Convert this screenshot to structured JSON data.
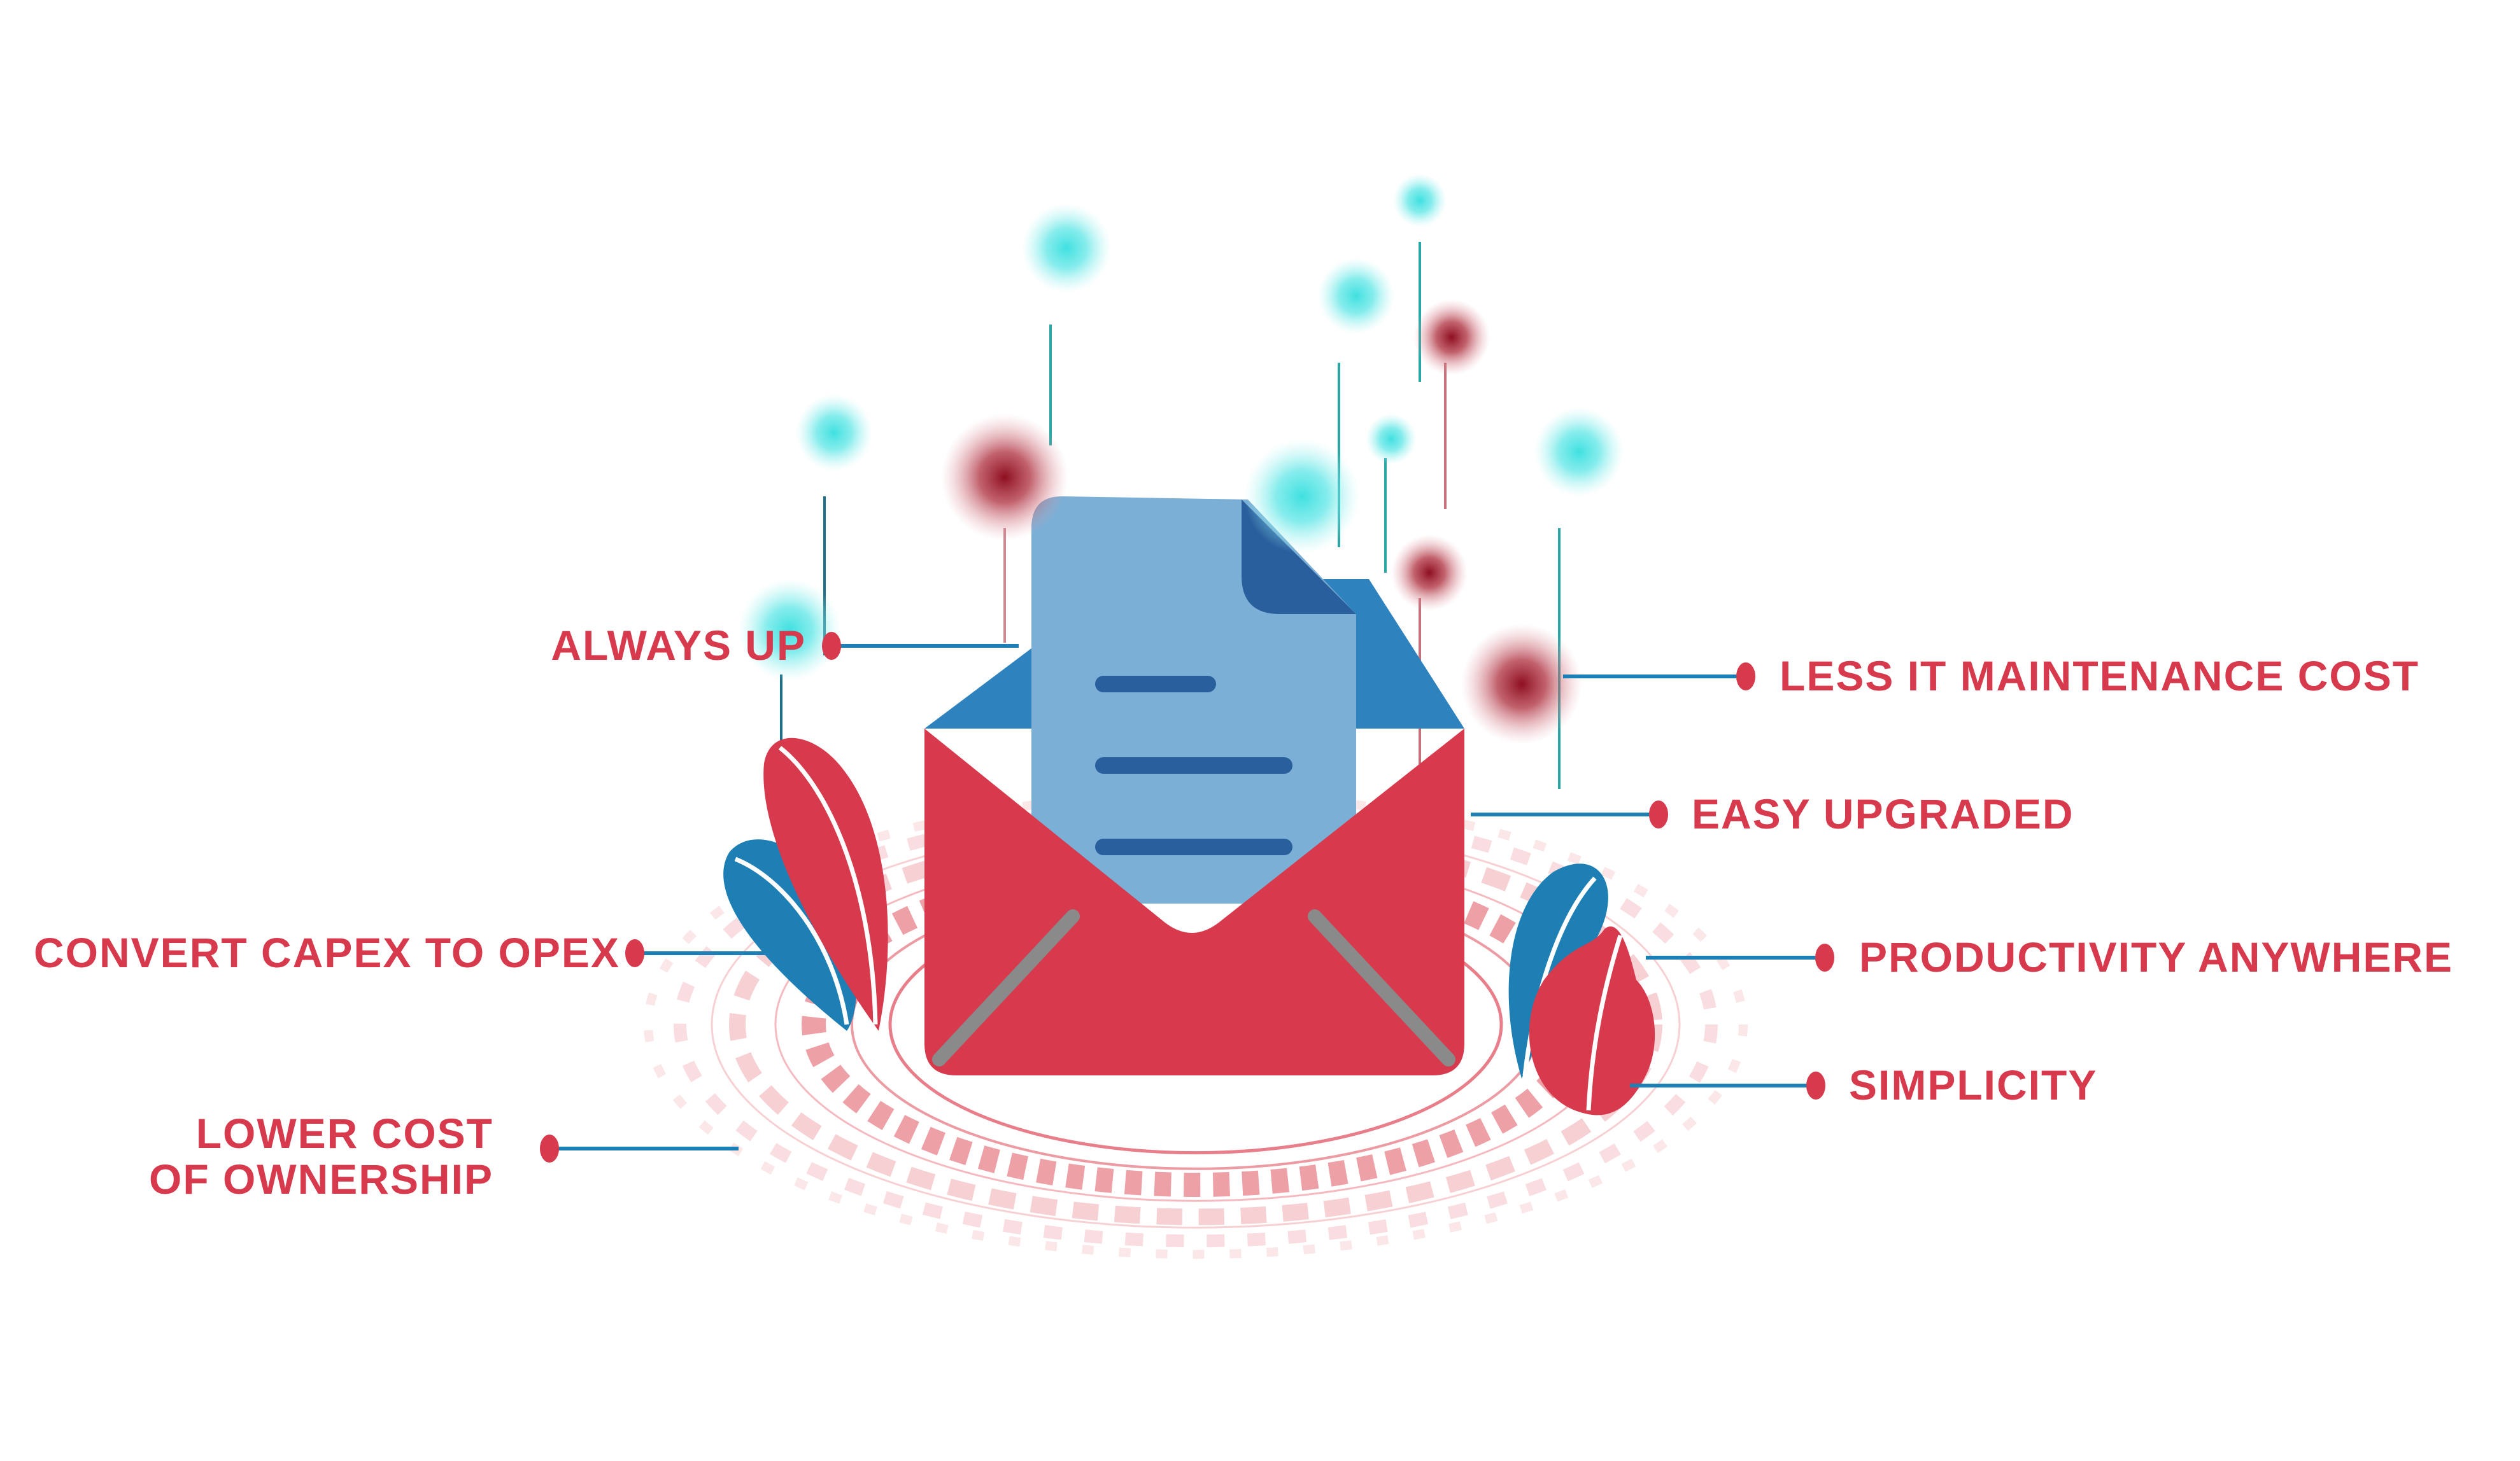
{
  "callouts": {
    "always_up": "ALWAYS UP",
    "convert_capex": "CONVERT CAPEX TO OPEX",
    "lower_cost_line1": "LOWER COST",
    "lower_cost_line2": "OF OWNERSHIP",
    "less_it": "LESS IT MAINTENANCE COST",
    "easy_upgraded": "EASY UPGRADED",
    "productivity": "PRODUCTIVITY ANYWHERE",
    "simplicity": "SIMPLICITY"
  },
  "icons": {
    "central": "open-envelope-with-document-icon",
    "plants": "leaf-icon"
  },
  "colors": {
    "label_red": "#d63a4c",
    "connector_blue": "#1e7fb5",
    "envelope_red": "#d63a4c",
    "envelope_blue": "#2e82be",
    "document_light_blue": "#7bafd6",
    "document_line_blue": "#2a5f9e",
    "glow_cyan": "#39d6d6",
    "glow_dark_red": "#9c1525",
    "ring_pink": "#f2a6ad"
  }
}
